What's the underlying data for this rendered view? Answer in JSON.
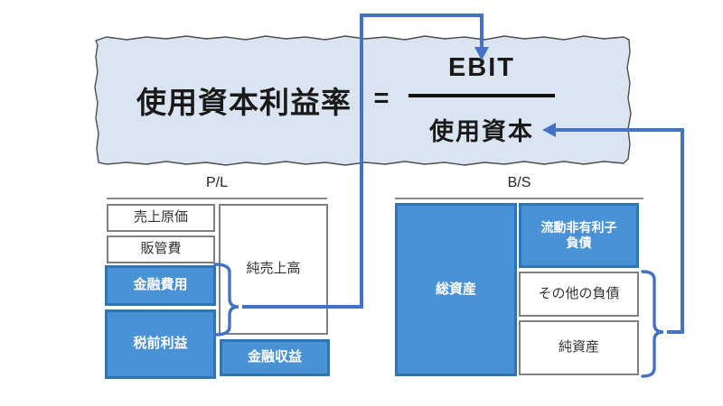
{
  "formula": {
    "title": "使用資本利益率",
    "equals": "=",
    "numerator": "EBIT",
    "denominator": "使用資本"
  },
  "pl": {
    "label": "P/L",
    "boxes": {
      "cogs": "売上原価",
      "sga": "販管費",
      "financial_expenses": "金融費用",
      "pretax_profit": "税前利益",
      "net_sales": "純売上高",
      "financial_income": "金融収益"
    }
  },
  "bs": {
    "label": "B/S",
    "boxes": {
      "total_assets": "総資産",
      "current_non_interest_liabilities": "流動非有利子\n負債",
      "other_liabilities": "その他の負債",
      "net_assets": "純資産"
    }
  },
  "colors": {
    "accent_blue": "#4472c4",
    "box_blue_fill": "#4a92d6",
    "box_blue_border": "#2e75b6",
    "box_gray_border": "#7f7f7f",
    "banner_fill": "#dbe5f1"
  }
}
